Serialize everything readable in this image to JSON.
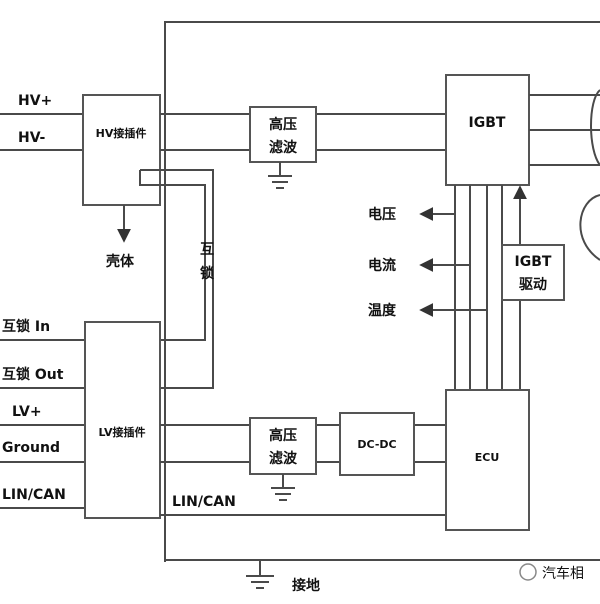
{
  "diagram": {
    "hv_pos": "HV+",
    "hv_neg": "HV-",
    "hv_connector": "HV接插件",
    "shell": "壳体",
    "interlock_vertical": [
      "互",
      "锁"
    ],
    "interlock_in": "互锁 In",
    "interlock_out": "互锁 Out",
    "lv_pos": "LV+",
    "ground": "Ground",
    "lin_can_left": "LIN/CAN",
    "lv_connector": "LV接插件",
    "hv_filter_top": [
      "高压",
      "滤波"
    ],
    "hv_filter_bottom": [
      "高压",
      "滤波"
    ],
    "dcdc": "DC-DC",
    "lin_can_inner": "LIN/CAN",
    "earth": "接地",
    "igbt": "IGBT",
    "igbt_driver": [
      "IGBT",
      "驱动"
    ],
    "ecu": "ECU",
    "voltage": "电压",
    "current": "电流",
    "temperature": "温度",
    "watermark": "汽车相"
  }
}
